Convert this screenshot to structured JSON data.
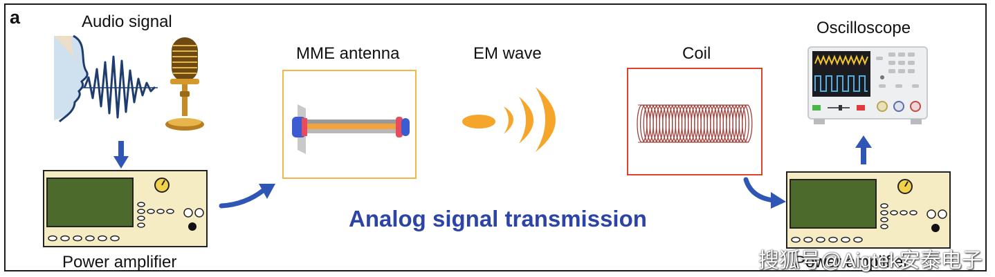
{
  "panel_letter": "a",
  "labels": {
    "audio_signal": "Audio signal",
    "mme_antenna": "MME antenna",
    "em_wave": "EM wave",
    "coil": "Coil",
    "oscilloscope": "Oscilloscope",
    "power_amplifier_left": "Power amplifier",
    "power_amplifier_right": "Power amplifier"
  },
  "title": "Analog signal transmission",
  "watermark": "搜狐号@Aigtek安泰电子",
  "colors": {
    "title_blue": "#2c44a6",
    "arrow_blue": "#2f55b5",
    "antenna_box": "#f6b547",
    "coil_box": "#e0412f",
    "coil_wire": "#a0403a",
    "wave_orange": "#f4a52a",
    "amp_body": "#f6ecc4",
    "amp_screen": "#4b6a2c",
    "waveform_navy": "#1f3c6e"
  },
  "icons": [
    "face-profile-icon",
    "microphone-icon",
    "power-amplifier-icon",
    "antenna-icon",
    "em-wave-icon",
    "coil-icon",
    "oscilloscope-icon",
    "arrow-icon"
  ]
}
